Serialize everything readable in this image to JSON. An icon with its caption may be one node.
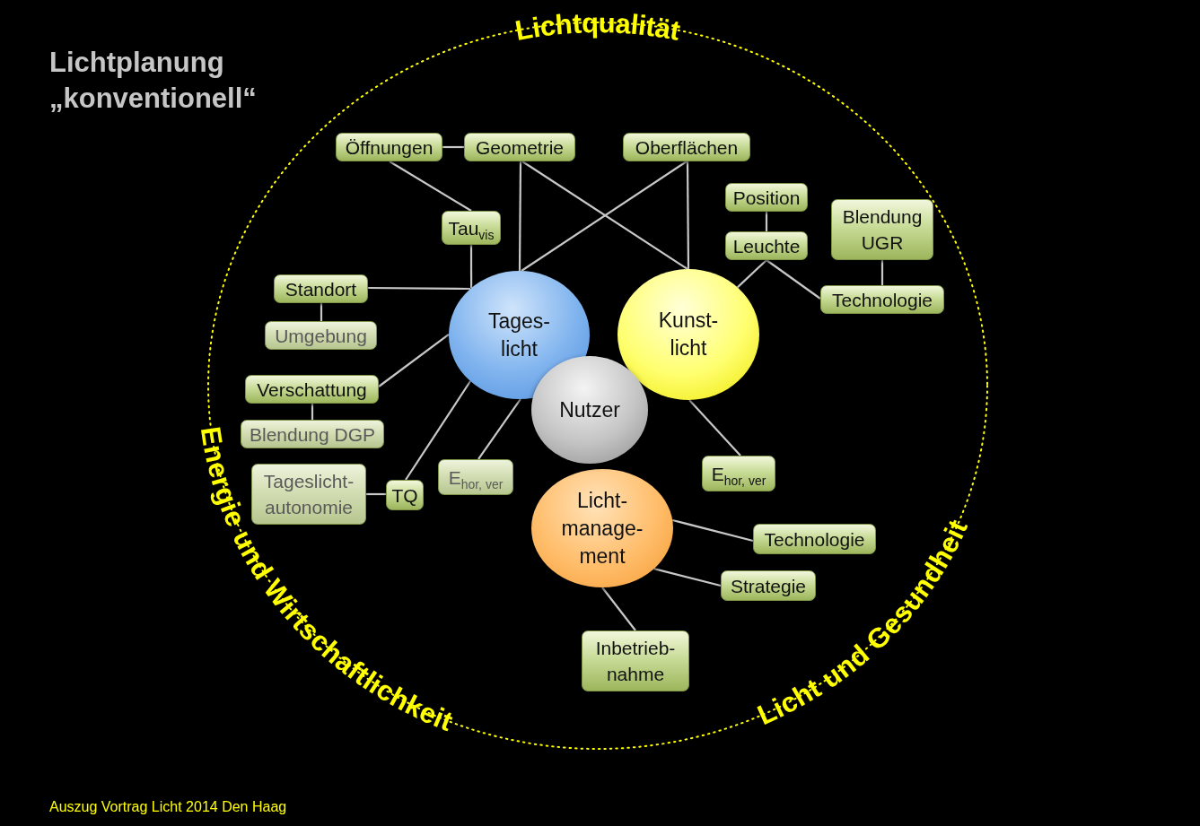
{
  "diagram": {
    "title": "Lichtplanung „konventionell“",
    "caption": "Auszug Vortrag Licht 2014 Den Haag",
    "nodes": [
      {
        "text": [
          "Tages- licht"
        ]
      },
      {
        "text": [
          "Kunst- licht"
        ]
      },
      {
        "text": [
          "Nutzer"
        ]
      },
      {
        "text": [
          "Licht- manage- ment"
        ]
      },
      {
        "text": [
          "Öffnungen"
        ]
      },
      {
        "text": [
          "Geometrie"
        ]
      },
      {
        "text": [
          "Oberflächen"
        ]
      },
      {
        "text": [
          "Position"
        ]
      },
      {
        "text": [
          "Blendung UGR"
        ]
      },
      {
        "text": [
          "Tau$_{vis}$"
        ]
      },
      {
        "text": [
          "Leuchte"
        ]
      },
      {
        "text": [
          "Standort"
        ]
      },
      {
        "text": [
          "Technologie"
        ]
      },
      {
        "text": [
          "Umgebung"
        ]
      },
      {
        "text": [
          "Verschattung"
        ]
      },
      {
        "text": [
          "Blendung DGP"
        ]
      },
      {
        "text": [
          "Tageslicht- autonomie"
        ]
      },
      {
        "text": [
          "TQ"
        ]
      },
      {
        "text": [
          "E$_{hor, ver}$"
        ]
      },
      {
        "text": [
          "E$_{hor, ver}$"
        ]
      },
      {
        "text": [
          "Technologie"
        ]
      },
      {
        "text": [
          "Strategie"
        ]
      },
      {
        "text": [
          "Inbetrieb- nahme"
        ]
      }
    ],
    "edges": [
      {
        "from": 4,
        "to": 5,
        "arrow": "none"
      },
      {
        "from": 4,
        "to": 9,
        "arrow": "none"
      },
      {
        "from": 9,
        "to": 0,
        "arrow": "none"
      },
      {
        "from": 5,
        "to": 0,
        "arrow": "none"
      },
      {
        "from": 5,
        "to": 1,
        "arrow": "none"
      },
      {
        "from": 6,
        "to": 0,
        "arrow": "none"
      },
      {
        "from": 6,
        "to": 1,
        "arrow": "none"
      },
      {
        "from": 7,
        "to": 10,
        "arrow": "none"
      },
      {
        "from": 10,
        "to": 1,
        "arrow": "none"
      },
      {
        "from": 10,
        "to": 12,
        "arrow": "none"
      },
      {
        "from": 8,
        "to": 12,
        "arrow": "none"
      },
      {
        "from": 11,
        "to": 0,
        "arrow": "none"
      },
      {
        "from": 11,
        "to": 13,
        "arrow": "none"
      },
      {
        "from": 14,
        "to": 0,
        "arrow": "none"
      },
      {
        "from": 14,
        "to": 15,
        "arrow": "none"
      },
      {
        "from": 16,
        "to": 17,
        "arrow": "none"
      },
      {
        "from": 17,
        "to": 0,
        "arrow": "none"
      },
      {
        "from": 18,
        "to": 0,
        "arrow": "none"
      },
      {
        "from": 19,
        "to": 1,
        "arrow": "none"
      },
      {
        "from": 3,
        "to": 20,
        "arrow": "none"
      },
      {
        "from": 3,
        "to": 21,
        "arrow": "none"
      },
      {
        "from": 3,
        "to": 22,
        "arrow": "none"
      }
    ],
    "labels": [
      "Lichtqualität",
      "Energie und Wirtschaftlichkeit",
      "Licht und Gesundheit"
    ]
  }
}
